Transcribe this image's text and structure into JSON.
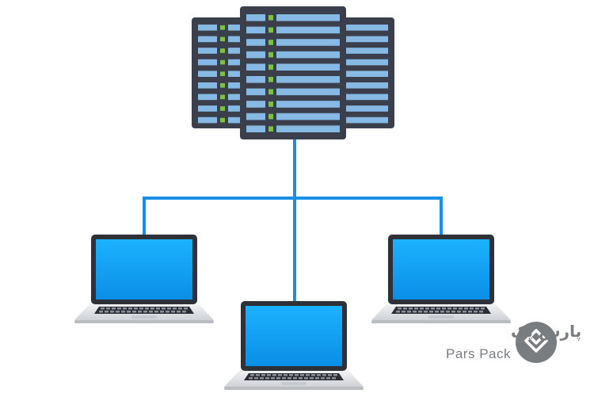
{
  "diagram": {
    "servers": [
      {
        "id": "server-left",
        "label": ""
      },
      {
        "id": "server-center",
        "label": ""
      },
      {
        "id": "server-right",
        "label": ""
      }
    ],
    "clients": [
      {
        "id": "laptop-left",
        "label": ""
      },
      {
        "id": "laptop-center",
        "label": ""
      },
      {
        "id": "laptop-right",
        "label": ""
      }
    ]
  },
  "logo": {
    "text_fa": "پارس پک",
    "text_en": "Pars Pack"
  },
  "colors": {
    "server_body": "#3a3f4b",
    "server_bay": "#86b9e3",
    "server_led": "#7bc142",
    "connector": "#1b8fe6",
    "laptop_frame": "#2e3138",
    "laptop_screen": "#14a6f5",
    "laptop_base": "#dfe1e4",
    "logo_gray": "#7a7d80"
  },
  "icons": {
    "logo": "pars-pack-logo-icon"
  }
}
